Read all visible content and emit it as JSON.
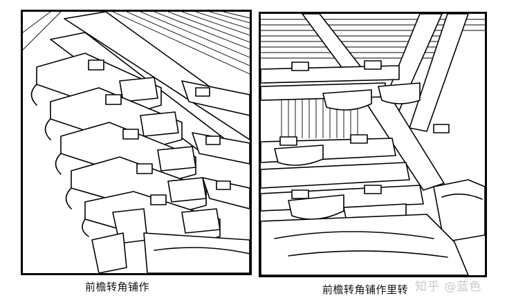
{
  "figures": [
    {
      "caption": "前檐转角铺作"
    },
    {
      "caption": "前檐转角铺作里转"
    }
  ],
  "watermark": "知乎 @蓝色"
}
